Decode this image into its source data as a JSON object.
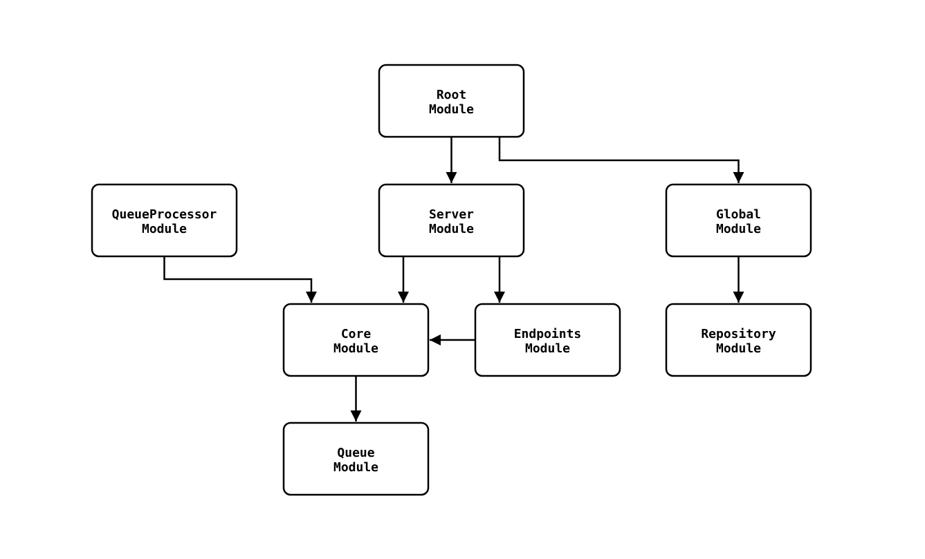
{
  "diagram": {
    "title": "module-dependency-diagram",
    "background_color": "#ffffff",
    "stroke_color": "#000000",
    "node_fill_color": "#ffffff",
    "nodes": {
      "root": {
        "line1": "Root",
        "line2": "Module"
      },
      "server": {
        "line1": "Server",
        "line2": "Module"
      },
      "global": {
        "line1": "Global",
        "line2": "Module"
      },
      "queueprocessor": {
        "line1": "QueueProcessor",
        "line2": "Module"
      },
      "core": {
        "line1": "Core",
        "line2": "Module"
      },
      "endpoints": {
        "line1": "Endpoints",
        "line2": "Module"
      },
      "repository": {
        "line1": "Repository",
        "line2": "Module"
      },
      "queue": {
        "line1": "Queue",
        "line2": "Module"
      }
    },
    "edges": [
      {
        "from": "Root Module",
        "to": "Server Module"
      },
      {
        "from": "Root Module",
        "to": "Global Module"
      },
      {
        "from": "QueueProcessor Module",
        "to": "Core Module"
      },
      {
        "from": "Server Module",
        "to": "Core Module"
      },
      {
        "from": "Server Module",
        "to": "Endpoints Module"
      },
      {
        "from": "Endpoints Module",
        "to": "Core Module"
      },
      {
        "from": "Global Module",
        "to": "Repository Module"
      },
      {
        "from": "Core Module",
        "to": "Queue Module"
      }
    ]
  }
}
